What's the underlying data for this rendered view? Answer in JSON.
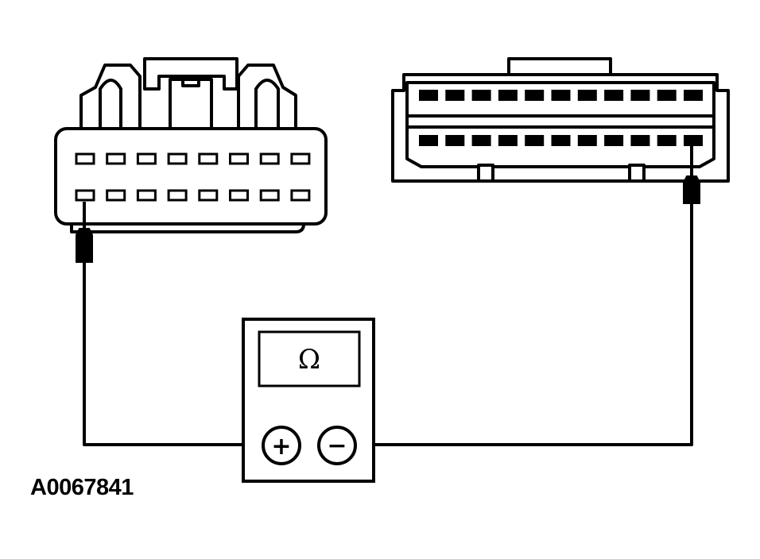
{
  "figure": {
    "reference_code": "A0067841"
  },
  "multimeter": {
    "display_symbol": "Ω",
    "positive_terminal": "+",
    "negative_terminal": "−"
  },
  "left_connector": {
    "rows": 2,
    "pins_per_row": 8
  },
  "right_connector": {
    "rows": 2,
    "pins_per_row": 11
  },
  "colors": {
    "line": "#000000",
    "background": "#ffffff"
  }
}
